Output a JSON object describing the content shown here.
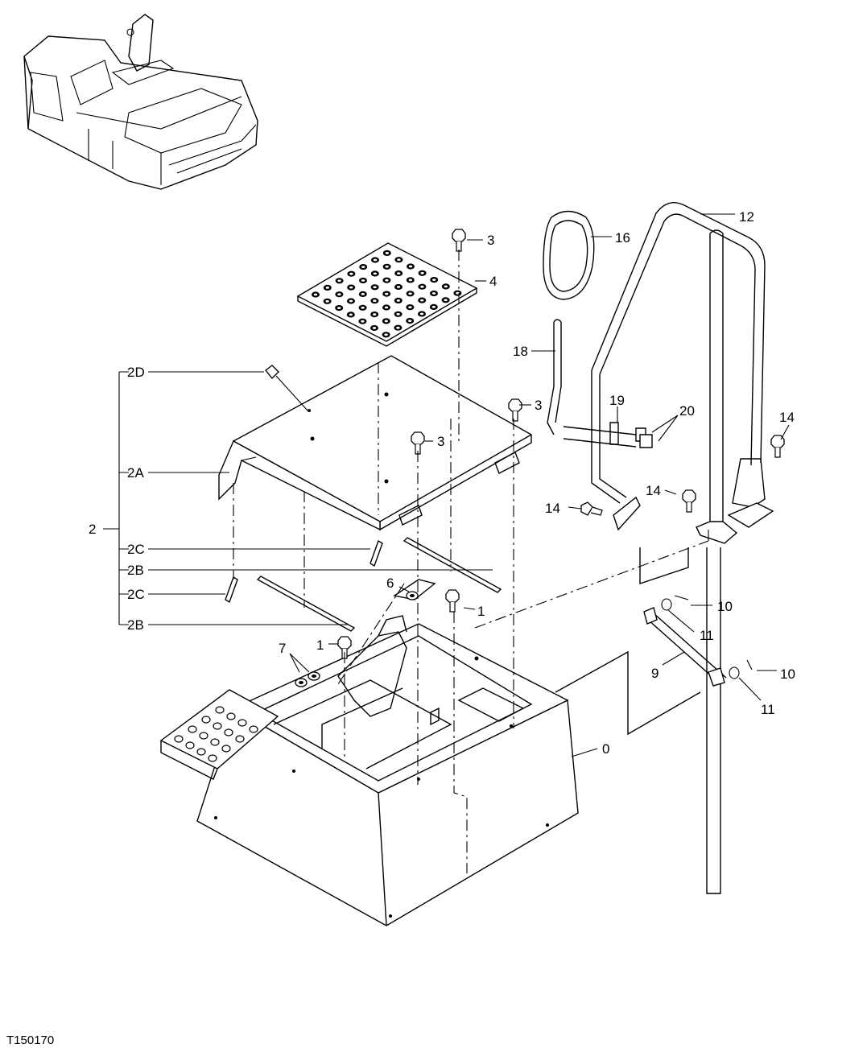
{
  "figure_id": "T150170",
  "callouts": {
    "c0": "0",
    "c1a": "1",
    "c1b": "1",
    "c2": "2",
    "c2A": "2A",
    "c2B1": "2B",
    "c2B2": "2B",
    "c2C1": "2C",
    "c2C2": "2C",
    "c2D": "2D",
    "c3a": "3",
    "c3b": "3",
    "c3c": "3",
    "c4": "4",
    "c6": "6",
    "c7": "7",
    "c9": "9",
    "c10a": "10",
    "c10b": "10",
    "c11a": "11",
    "c11b": "11",
    "c12": "12",
    "c14a": "14",
    "c14b": "14",
    "c14c": "14",
    "c16": "16",
    "c18": "18",
    "c19": "19",
    "c20": "20"
  }
}
